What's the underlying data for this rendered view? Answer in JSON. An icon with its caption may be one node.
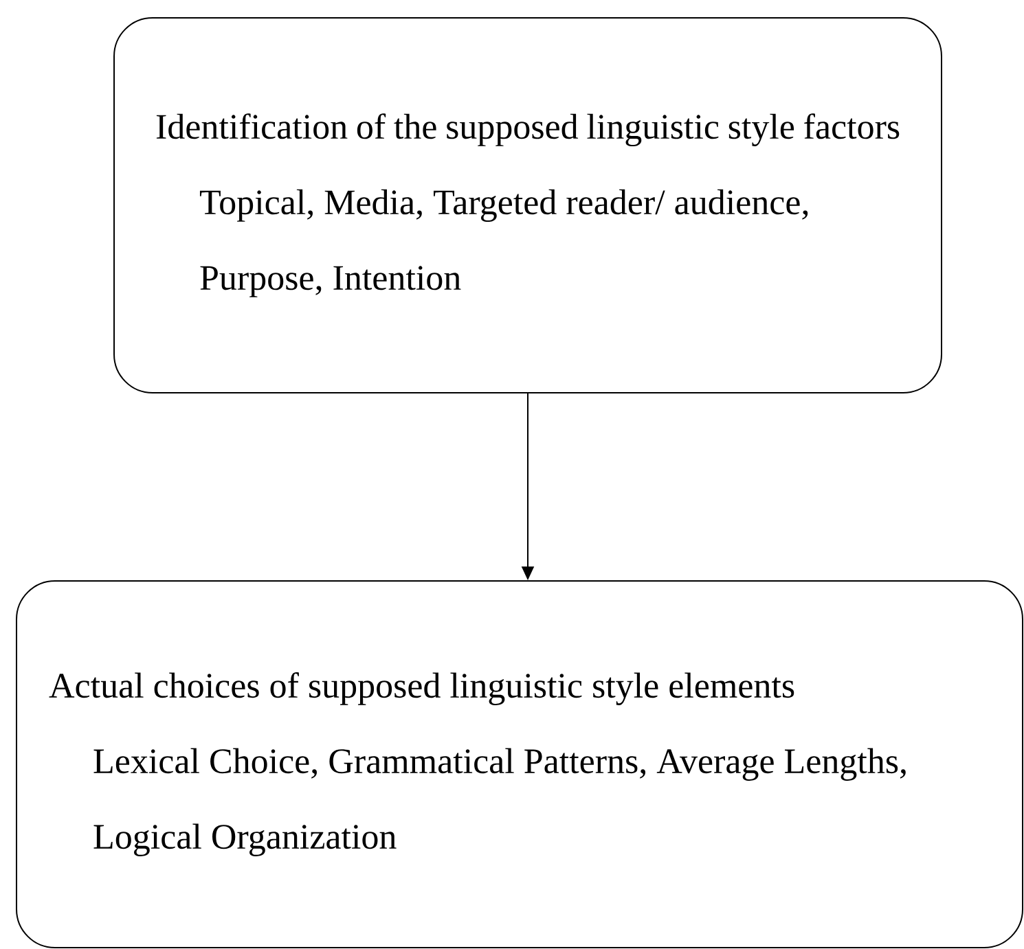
{
  "diagram": {
    "nodes": [
      {
        "text": [
          "Identification of the supposed linguistic style factors",
          "Topical, Media, Targeted reader/ audience, Purpose, Intention"
        ]
      },
      {
        "text": [
          "Actual choices of supposed linguistic style elements",
          "Lexical Choice, Grammatical Patterns, Average Lengths, Logical Organization"
        ]
      }
    ],
    "edges": [
      {
        "from": 0,
        "to": 1,
        "arrow": "to"
      }
    ]
  }
}
